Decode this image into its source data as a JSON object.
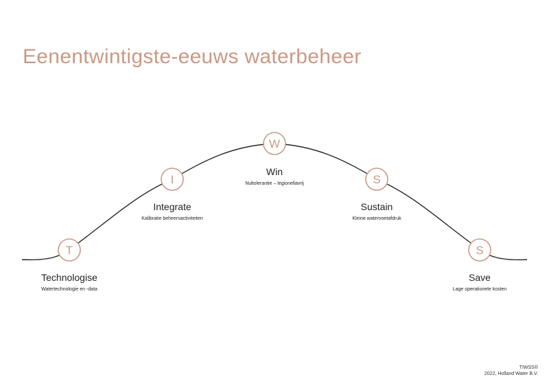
{
  "title": "Eenentwintigste-eeuws waterbeheer",
  "colors": {
    "accent": "#c89a85",
    "line": "#222222"
  },
  "steps": [
    {
      "letter": "T",
      "label": "Technologise",
      "sub": "Watertechnologie en -data"
    },
    {
      "letter": "I",
      "label": "Integrate",
      "sub": "Kalibratie beheersactiviteiten"
    },
    {
      "letter": "W",
      "label": "Win",
      "sub": "Nultolerantie – legionellavrij"
    },
    {
      "letter": "S",
      "label": "Sustain",
      "sub": "Kleine watervoetafdruk"
    },
    {
      "letter": "S",
      "label": "Save",
      "sub": "Lage operationele kosten"
    }
  ],
  "footer": {
    "line1": "TIWSS®",
    "line2": "2022, Holland Water B.V."
  }
}
